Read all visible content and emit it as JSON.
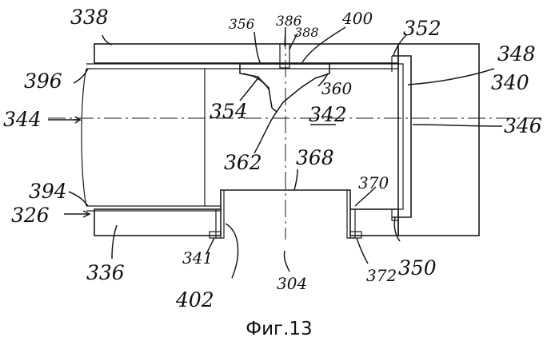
{
  "caption": "Фиг.13",
  "labels": {
    "l338": "338",
    "l356": "356",
    "l386": "386",
    "l388": "388",
    "l400": "400",
    "l352": "352",
    "l348": "348",
    "l396": "396",
    "l340": "340",
    "l344": "344",
    "l354": "354",
    "l360": "360",
    "l342": "342",
    "l346": "346",
    "l362": "362",
    "l368": "368",
    "l370": "370",
    "l394": "394",
    "l326": "326",
    "l336": "336",
    "l341": "341",
    "l372": "372",
    "l350": "350",
    "l304": "304",
    "l402": "402"
  }
}
